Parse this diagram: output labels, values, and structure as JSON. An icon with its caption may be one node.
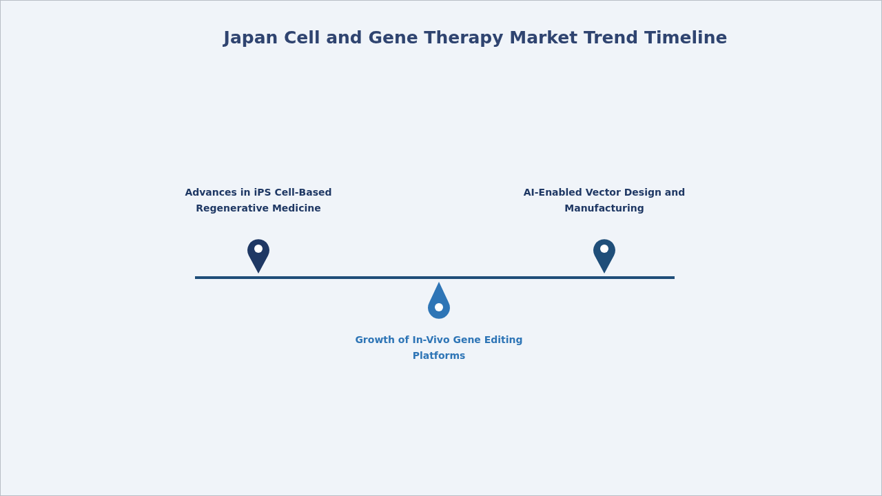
{
  "diagram": {
    "title": "Japan Cell and Gene Therapy Market Trend Timeline",
    "labels": [
      "Advances in iPS Cell-Based Regenerative Medicine",
      "AI-Enabled Vector Design and Manufacturing",
      "Growth of In-Vivo Gene Editing Platforms"
    ]
  }
}
